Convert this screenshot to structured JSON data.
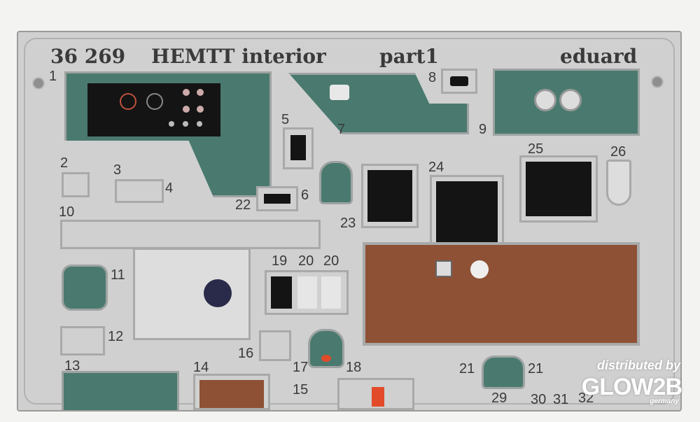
{
  "header": {
    "code": "36 269",
    "title": "HEMTT interior",
    "part": "part1",
    "maker": "eduard"
  },
  "labels": {
    "n1": "1",
    "n2": "2",
    "n3": "3",
    "n4": "4",
    "n5": "5",
    "n6": "6",
    "n7": "7",
    "n8": "8",
    "n9": "9",
    "n10": "10",
    "n11": "11",
    "n12": "12",
    "n13": "13",
    "n14": "14",
    "n15": "15",
    "n16": "16",
    "n17": "17",
    "n18": "18",
    "n19": "19",
    "n20a": "20",
    "n20b": "20",
    "n21a": "21",
    "n21b": "21",
    "n22": "22",
    "n23": "23",
    "n24": "24",
    "n25": "25",
    "n26": "26",
    "n29": "29",
    "n30": "30",
    "n31": "31",
    "n32": "32"
  },
  "watermark": {
    "line1": "distributed by",
    "line2": "GLOW2B",
    "line3": "germany"
  },
  "colors": {
    "panel_green": "#4a7a6f",
    "wood_brown": "#8e5135",
    "fret_grey": "#cfd0cf"
  }
}
